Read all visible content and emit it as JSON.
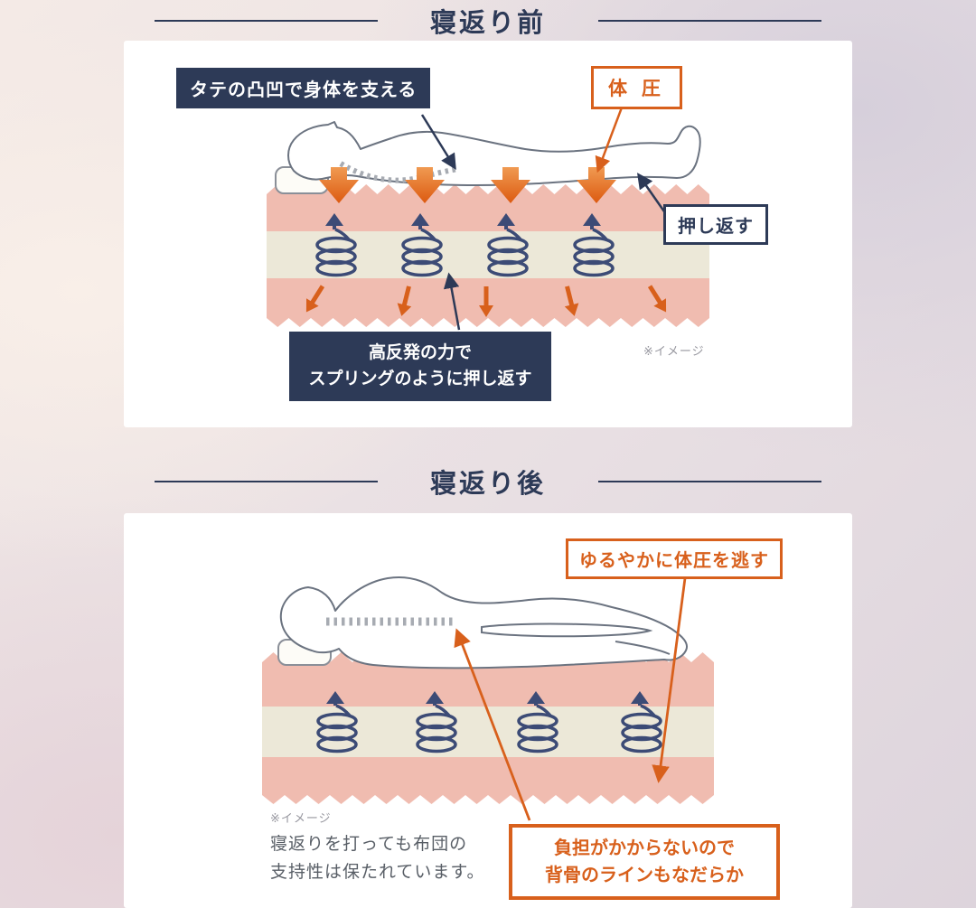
{
  "colors": {
    "navy": "#2d3a57",
    "orange": "#d8601c",
    "mattress-pink": "#f0bcb0",
    "mattress-cream": "#ece8d8",
    "spring-navy": "#3c4b76",
    "figure-gray": "#6b7380"
  },
  "sections": [
    {
      "title": "寝返り前",
      "support_label": "タテの凸凹で身体を支える",
      "pressure_label": "体 圧",
      "pushback_label": "押し返す",
      "spring_note_line1": "高反発の力で",
      "spring_note_line2": "スプリングのように押し返す",
      "image_note": "※イメージ"
    },
    {
      "title": "寝返り後",
      "release_label": "ゆるやかに体圧を逃す",
      "image_note": "※イメージ",
      "caption_line1": "寝返りを打っても布団の",
      "caption_line2": "支持性は保たれています。",
      "burden_line1": "負担がかからないので",
      "burden_line2": "背骨のラインもなだらか"
    }
  ]
}
